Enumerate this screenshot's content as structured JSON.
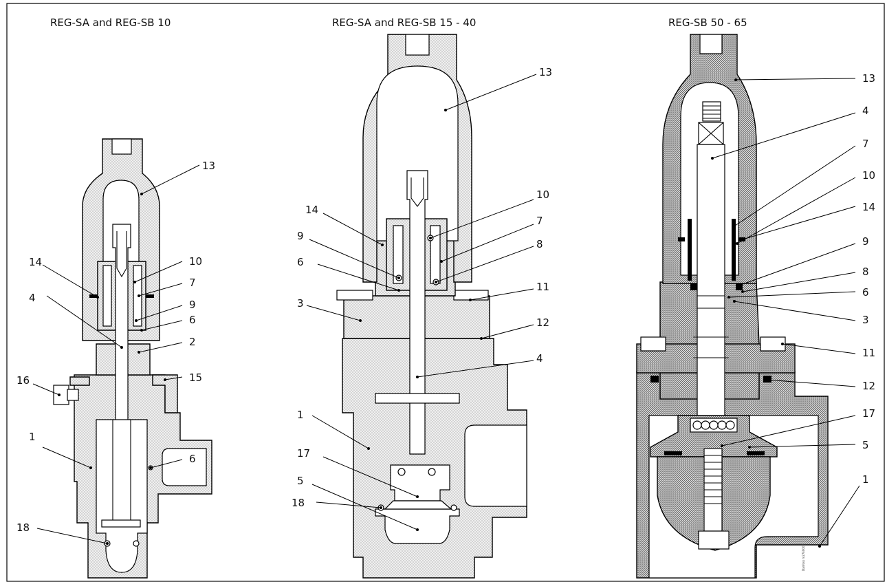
{
  "titles": {
    "left": "REG-SA and REG-SB 10",
    "middle": "REG-SA and REG-SB 15 - 40",
    "right": "REG-SB 50 - 65"
  },
  "callouts": {
    "left": [
      "13",
      "14",
      "10",
      "7",
      "4",
      "9",
      "6",
      "2",
      "16",
      "15",
      "1",
      "6",
      "18"
    ],
    "middle": [
      "13",
      "14",
      "10",
      "7",
      "9",
      "8",
      "6",
      "11",
      "3",
      "12",
      "4",
      "1",
      "17",
      "5",
      "18"
    ],
    "right": [
      "13",
      "4",
      "7",
      "10",
      "14",
      "9",
      "8",
      "6",
      "3",
      "11",
      "12",
      "17",
      "5",
      "1"
    ]
  },
  "stamp": "Danfoss\nm27E0007"
}
